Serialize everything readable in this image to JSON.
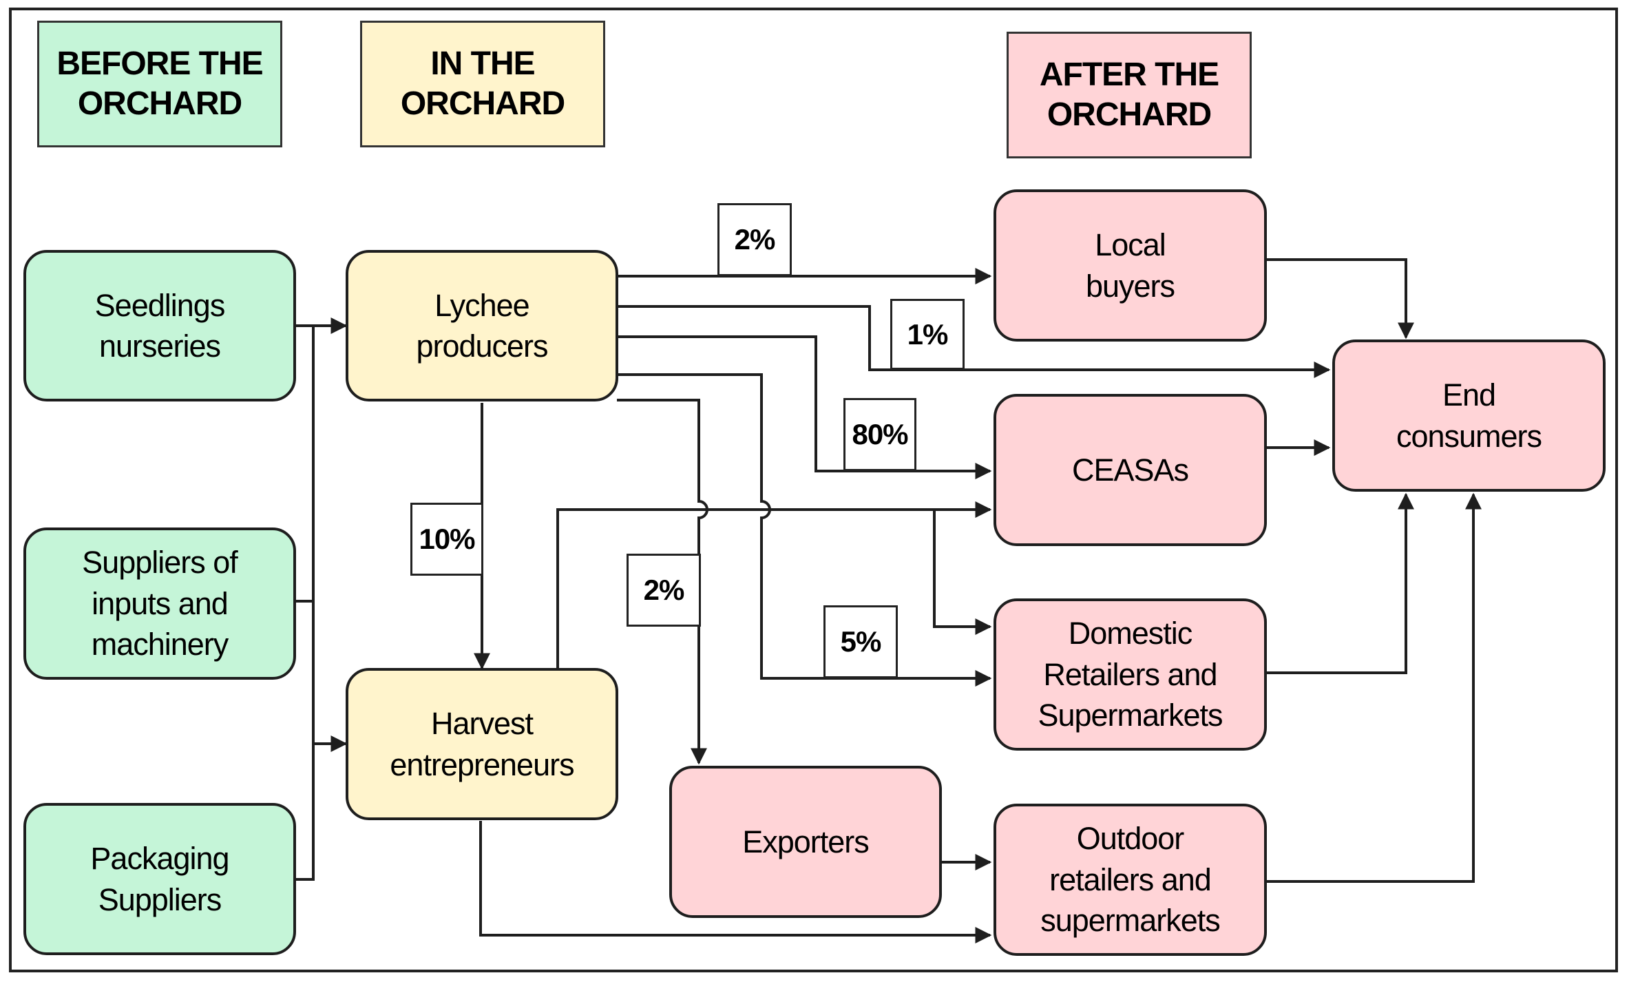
{
  "stages": {
    "before": "BEFORE THE\nORCHARD",
    "in": "IN THE\nORCHARD",
    "after": "AFTER THE\nORCHARD"
  },
  "nodes": {
    "seedlings": "Seedlings\nnurseries",
    "suppliers": "Suppliers of\ninputs and\nmachinery",
    "packaging": "Packaging\nSuppliers",
    "producers": "Lychee\nproducers",
    "harvest": "Harvest\nentrepreneurs",
    "local": "Local\nbuyers",
    "ceasas": "CEASAs",
    "domestic": "Domestic\nRetailers and\nSupermarkets",
    "exporters": "Exporters",
    "outdoor": "Outdoor\nretailers and\nsupermarkets",
    "consumers": "End\nconsumers"
  },
  "percentages": {
    "local": "2%",
    "direct": "1%",
    "ceasas": "80%",
    "harvest": "10%",
    "exporters": "2%",
    "domestic": "5%"
  },
  "colors": {
    "before": "#c5f5d8",
    "orchard": "#fff4cc",
    "after": "#ffd4d7",
    "line": "#1e1e1e"
  }
}
